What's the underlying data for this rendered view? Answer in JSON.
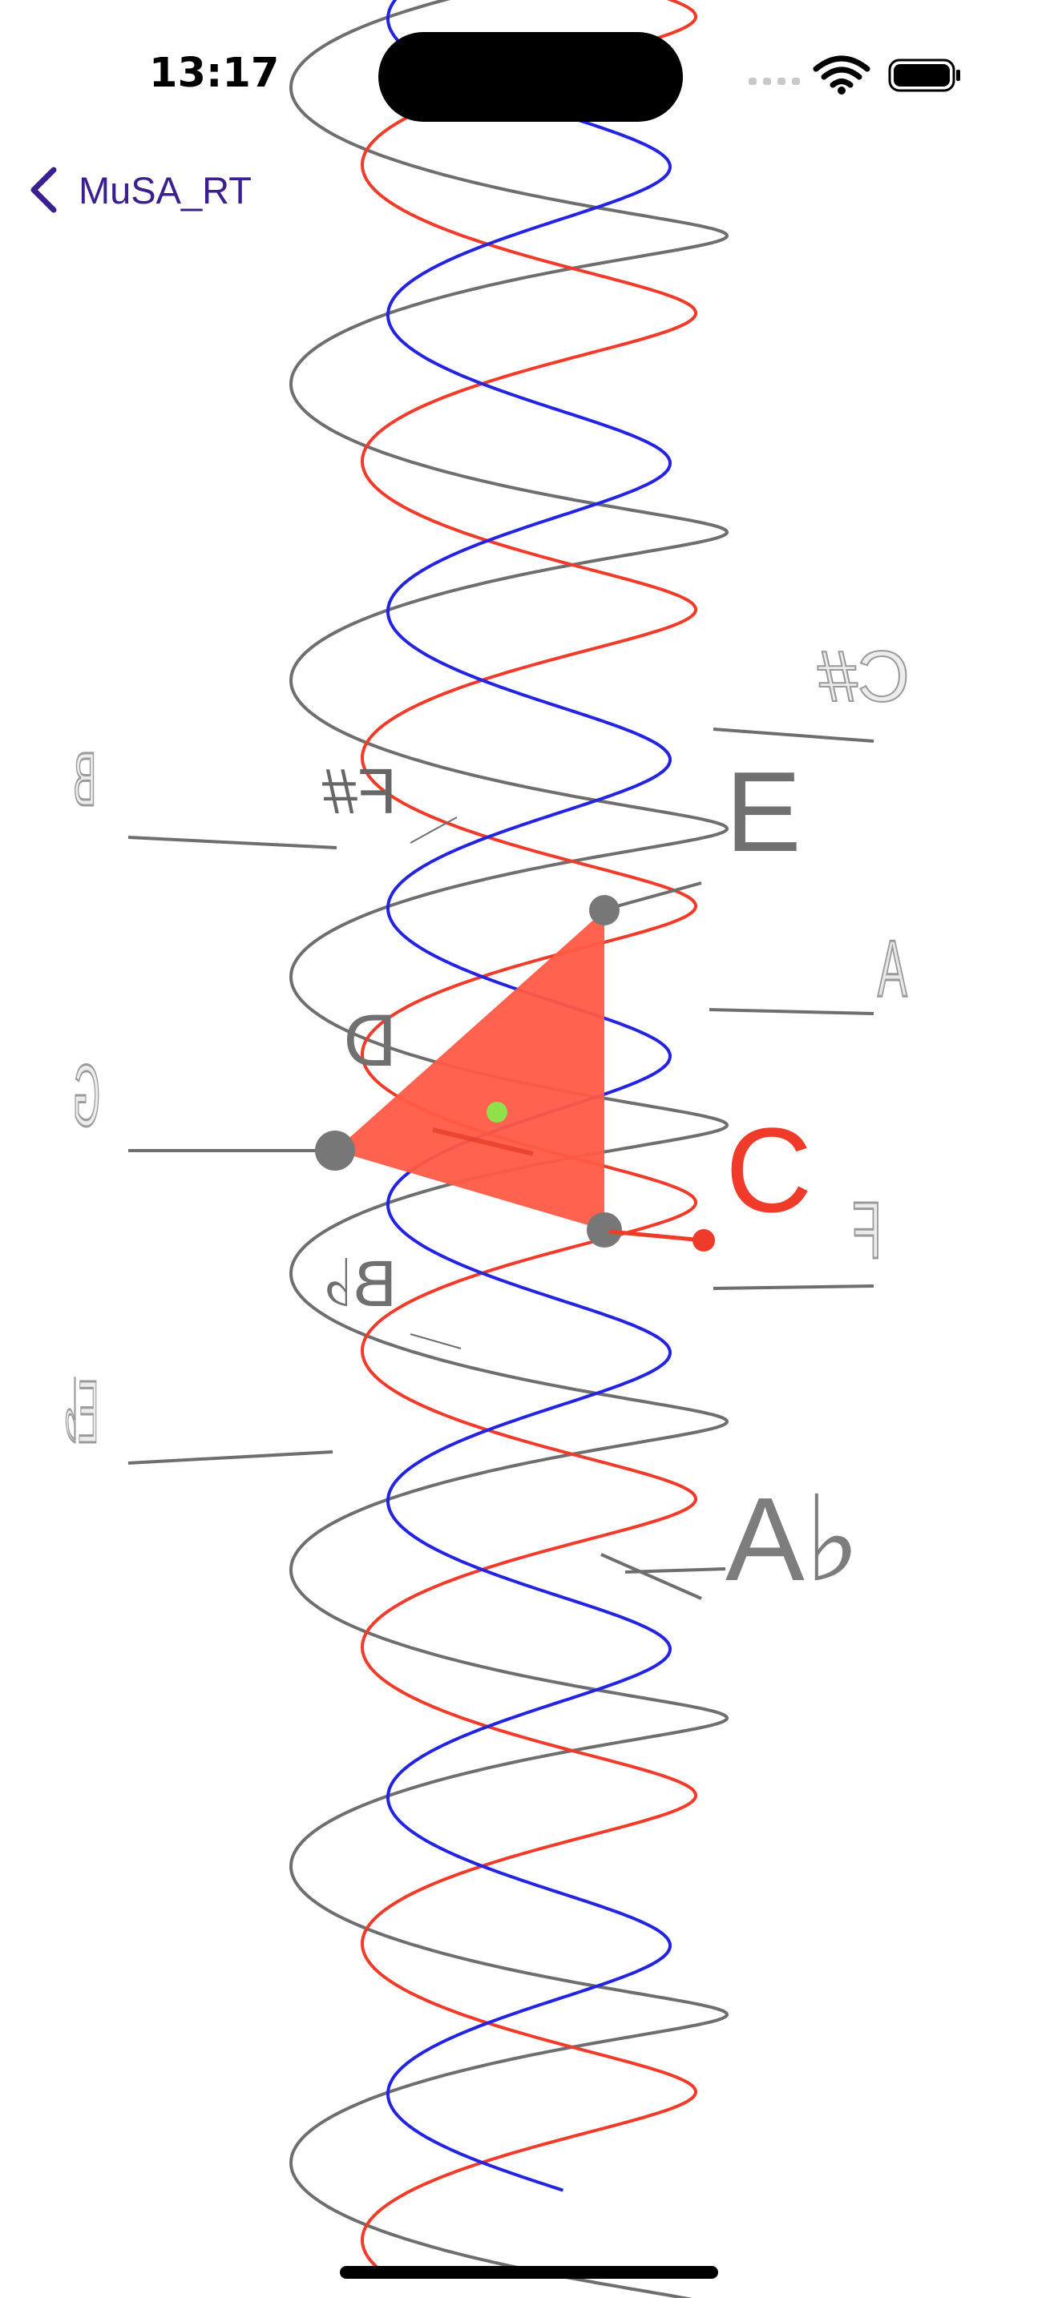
{
  "status_bar": {
    "time": "13:17"
  },
  "navigation": {
    "back_label": "MuSA_RT",
    "back_icon": "chevron-left-icon"
  },
  "visualization": {
    "helix_colors": {
      "pitch_spiral": "#6e6e6e",
      "major_key_spiral": "#f03a2a",
      "minor_key_spiral": "#2323e0"
    },
    "triangle_color": "#ff5a45",
    "center_marker_color": "#8fe04a",
    "active_key_color": "#f03a2a",
    "labels": {
      "E": "E",
      "C": "C",
      "A_flat": "A♭",
      "F_sharp": "F#",
      "D": "D",
      "B_flat": "B♭",
      "C_sharp": "C#",
      "A": "A",
      "F": "F",
      "B": "B",
      "G": "G",
      "E_flat": "E♭"
    }
  }
}
